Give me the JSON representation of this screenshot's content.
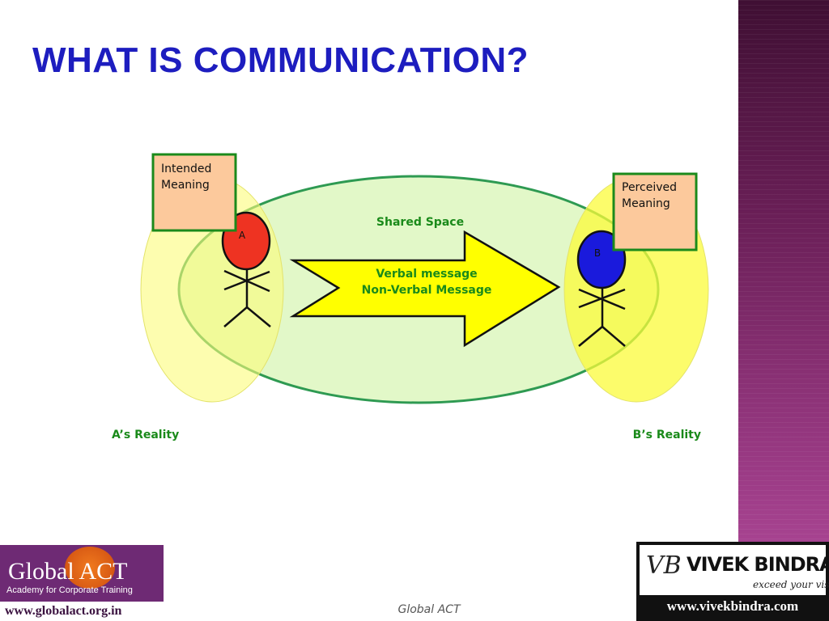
{
  "slide": {
    "title": "WHAT IS COMMUNICATION?",
    "footer": "Global ACT"
  },
  "diagram": {
    "intended_box": {
      "line1": "Intended",
      "line2": "Meaning"
    },
    "perceived_box": {
      "line1": "Perceived",
      "line2": "Meaning"
    },
    "shared_space_label": "Shared Space",
    "arrow_text": {
      "line1": "Verbal message",
      "line2": "Non-Verbal Message"
    },
    "person_a": {
      "letter": "A",
      "color": "#ee3322"
    },
    "person_b": {
      "letter": "B",
      "color": "#1a1adc"
    },
    "a_reality_label": "A’s Reality",
    "b_reality_label": "B’s Reality",
    "colors": {
      "shared_space_fill": "#e2f8c8",
      "shared_space_stroke": "#2e9a52",
      "reality_fill": "#fbfb7a",
      "arrow_fill": "#ffff00",
      "box_fill": "#fcc99c",
      "box_stroke": "#1b8a1b",
      "label_green": "#1a8a1a",
      "title_blue": "#1d1dbf"
    }
  },
  "logos": {
    "left": {
      "brand": "Global ACT",
      "tagline": "Academy  for Corporate Training",
      "url": "www.globalact.org.in"
    },
    "right": {
      "monogram": "VB",
      "name": "VIVEK BINDRA",
      "slogan": "exceed your vision",
      "url": "www.vivekbindra.com"
    }
  }
}
